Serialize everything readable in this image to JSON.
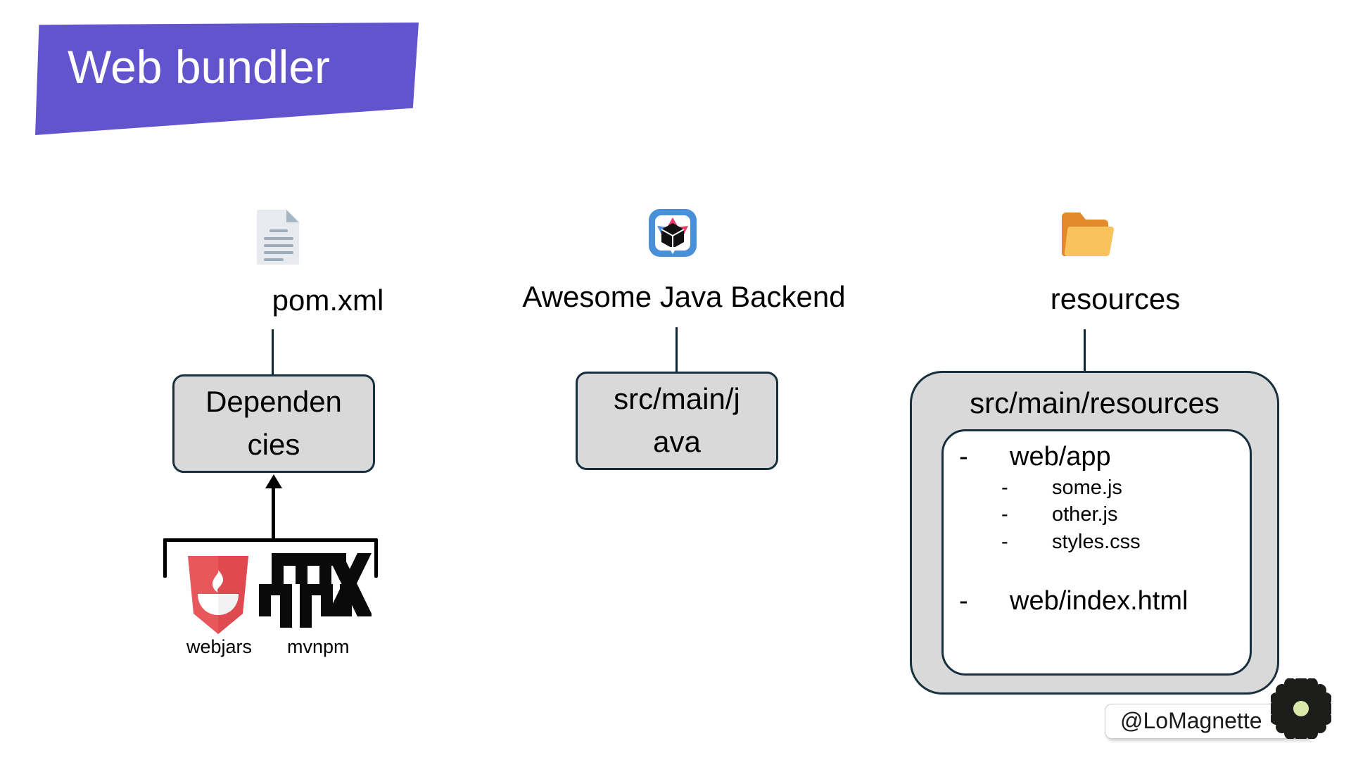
{
  "slide": {
    "title": "Web bundler",
    "title_bg_color": "#6254CD",
    "title_text_color": "#FFFFFF",
    "background_color": "#FFFFFF",
    "box_fill_color": "#D9D9D9",
    "box_border_color": "#16303D"
  },
  "columns": {
    "pom": {
      "icon_name": "document-icon",
      "label": "pom.xml",
      "box_text_line1": "Dependen",
      "box_text_line2": "cies",
      "box_text_full": "Dependencies",
      "sources": [
        {
          "logo_name": "webjars-logo",
          "caption": "webjars"
        },
        {
          "logo_name": "mvnpm-logo",
          "caption": "mvnpm"
        }
      ]
    },
    "backend": {
      "icon_name": "app-icon",
      "label": "Awesome Java Backend",
      "box_text_line1": "src/main/j",
      "box_text_line2": "ava",
      "box_text_full": "src/main/java"
    },
    "resources": {
      "icon_name": "folder-icon",
      "label": "resources",
      "outer_box_label": "src/main/resources",
      "tree": [
        {
          "level": 1,
          "dash": "-",
          "text": "web/app"
        },
        {
          "level": 2,
          "dash": "-",
          "text": "some.js"
        },
        {
          "level": 2,
          "dash": "-",
          "text": "other.js"
        },
        {
          "level": 2,
          "dash": "-",
          "text": "styles.css"
        },
        {
          "level": 1,
          "dash": "-",
          "text": "web/index.html",
          "spacer_before": true
        }
      ]
    }
  },
  "watermark": {
    "handle": "@LoMagnette",
    "logo_name": "gear-logo",
    "logo_colors": {
      "dark": "#1D1D1B",
      "accent": "#8CC63E",
      "light": "#FFFFFF"
    }
  }
}
